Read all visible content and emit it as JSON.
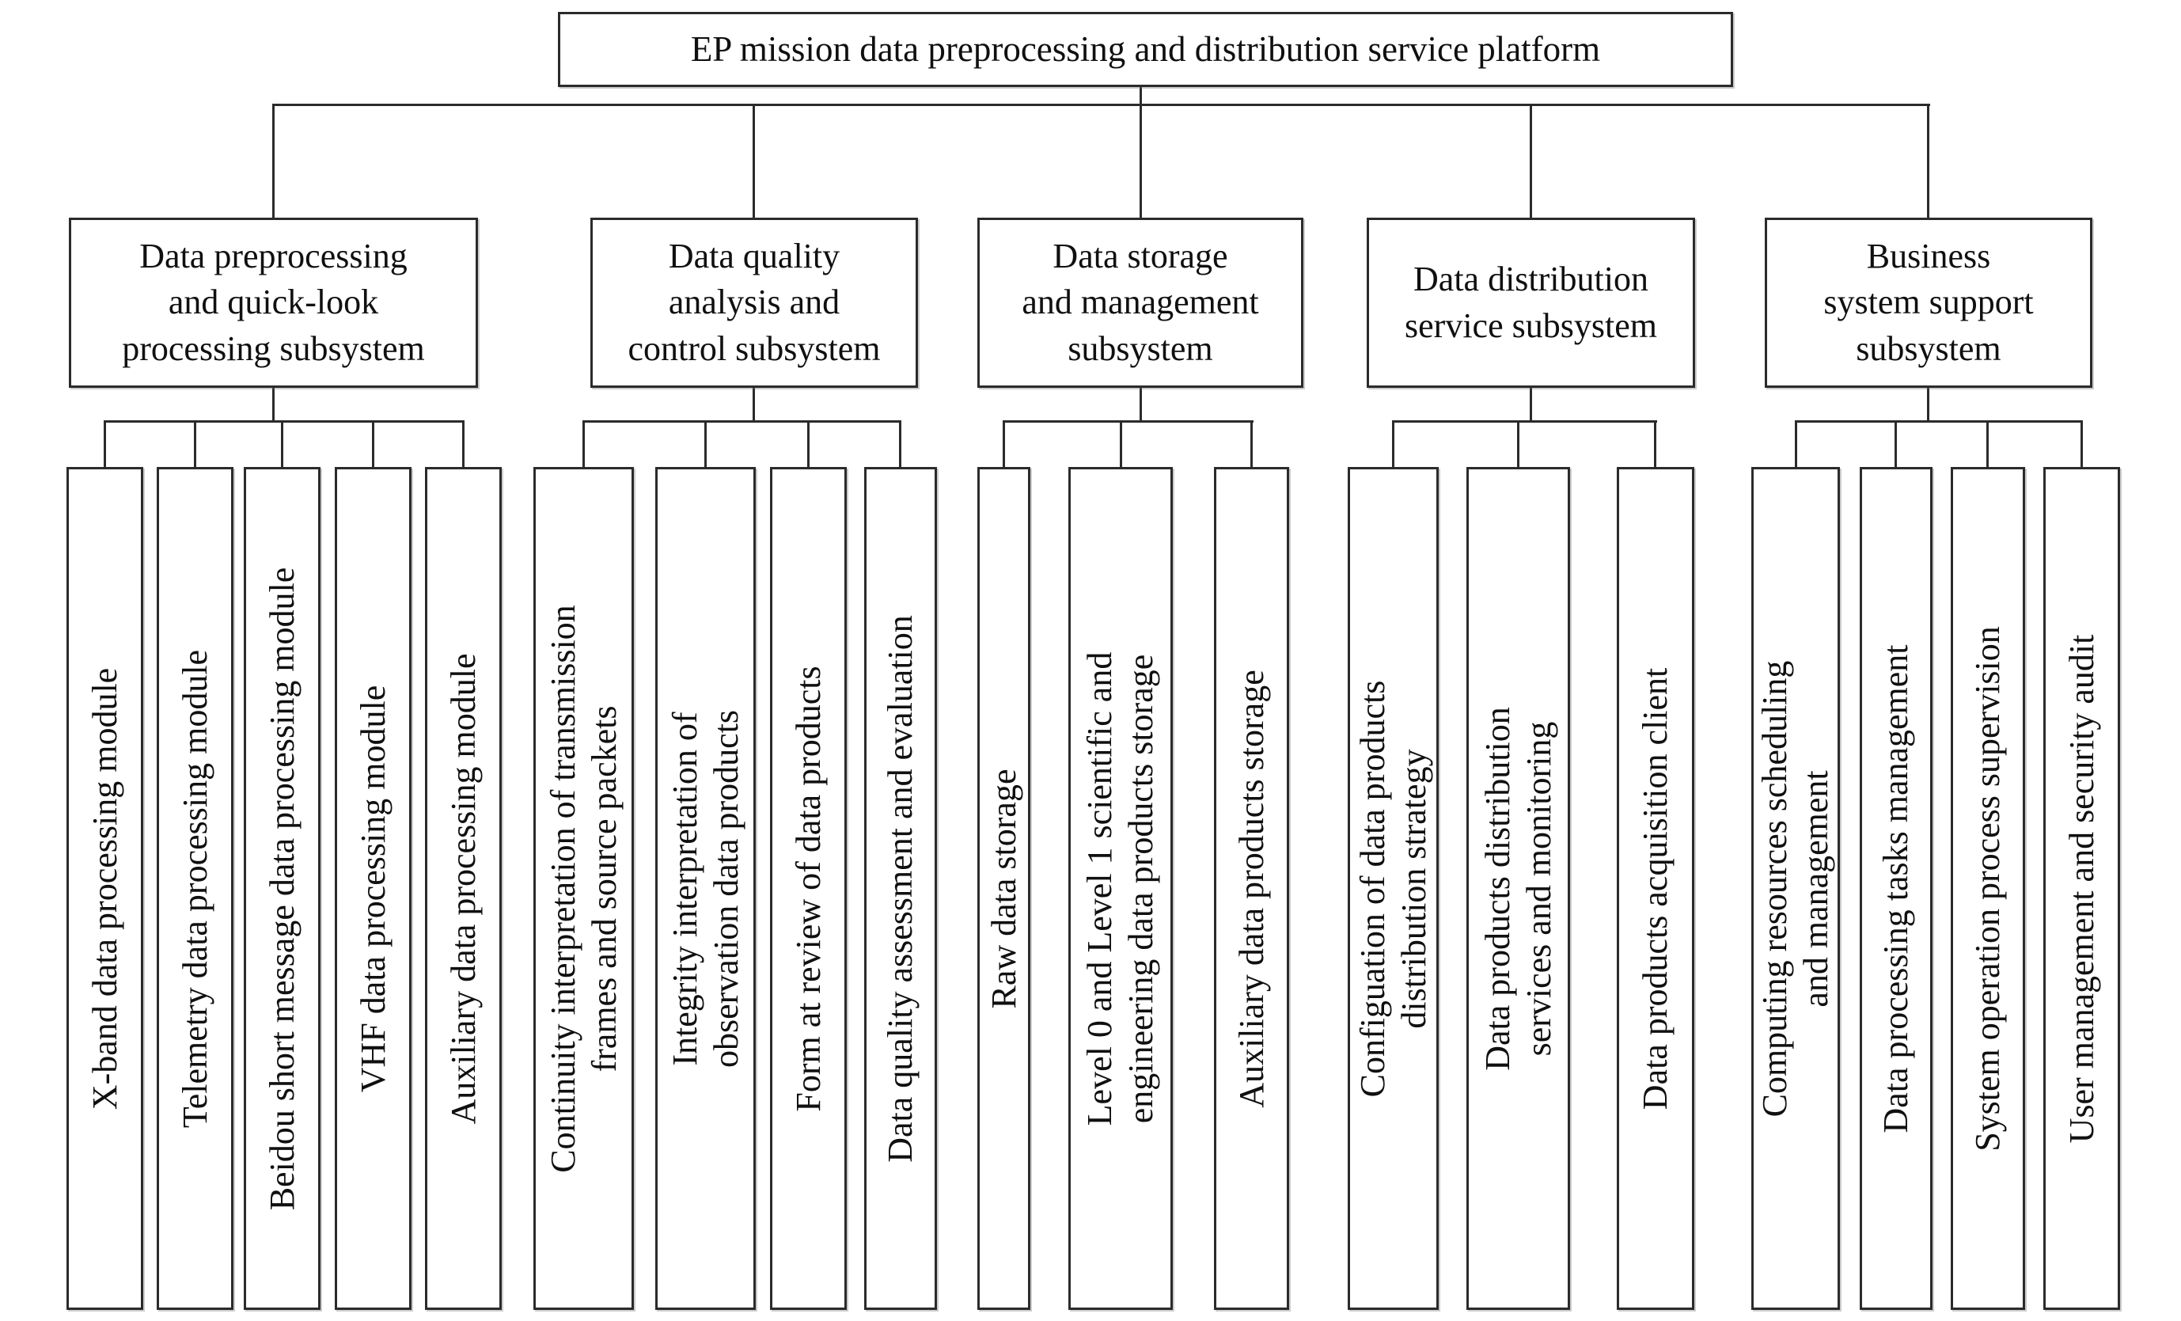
{
  "diagram": {
    "title": "EP mission data preprocessing and distribution service platform",
    "subsystems": [
      {
        "label": "Data preprocessing\nand quick-look\nprocessing subsystem",
        "modules": [
          "X-band data processing module",
          "Telemetry data processing module",
          "Beidou short message data processing module",
          "VHF data processing module",
          "Auxiliary data processing module"
        ]
      },
      {
        "label": "Data quality\nanalysis and\ncontrol subsystem",
        "modules": [
          "Continuity interpretation of transmission\nframes and source packets",
          "Integrity interpretation of\nobservation data products",
          "Form at review of data products",
          "Data quality assessment and evaluation"
        ]
      },
      {
        "label": "Data storage\nand management\nsubsystem",
        "modules": [
          "Raw data storage",
          "Level 0 and Level 1 scientific and\nengineering data products storage",
          "Auxiliary data products storage"
        ]
      },
      {
        "label": "Data distribution\nservice subsystem",
        "modules": [
          "Configuation of data products\ndistribution strategy",
          "Data products distribution\nservices and monitoring",
          "Data products acquisition client"
        ]
      },
      {
        "label": "Business\nsystem support\nsubsystem",
        "modules": [
          "Computing resources scheduling\nand management",
          "Data processing tasks management",
          "System operation process supervision",
          "User management and security audit"
        ]
      }
    ]
  }
}
